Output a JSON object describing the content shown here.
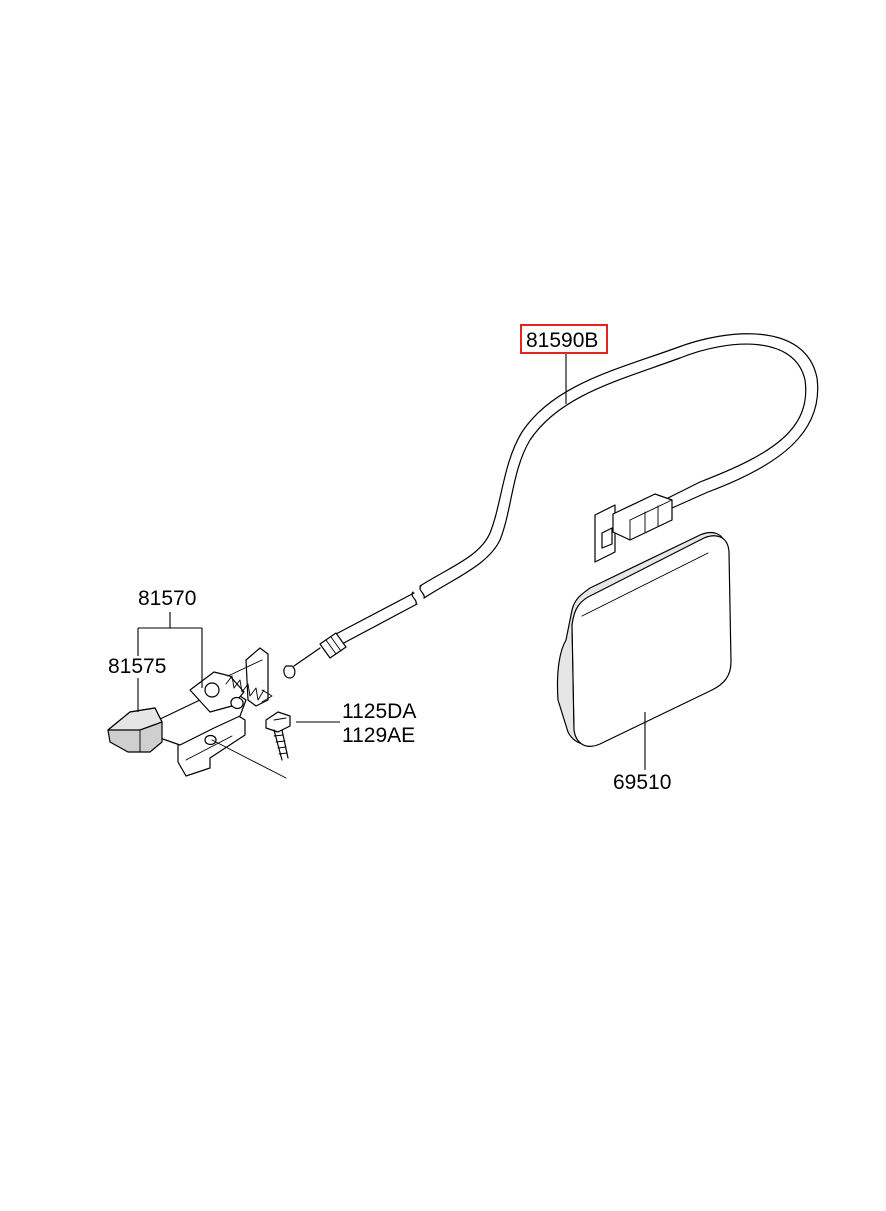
{
  "labels": {
    "cable": "81590B",
    "latch_assembly": "81570",
    "latch_cover": "81575",
    "bolt_1": "1125DA",
    "bolt_2": "1129AE",
    "fuel_door": "69510"
  },
  "highlight": {
    "target": "cable",
    "color": "#e8231f"
  }
}
